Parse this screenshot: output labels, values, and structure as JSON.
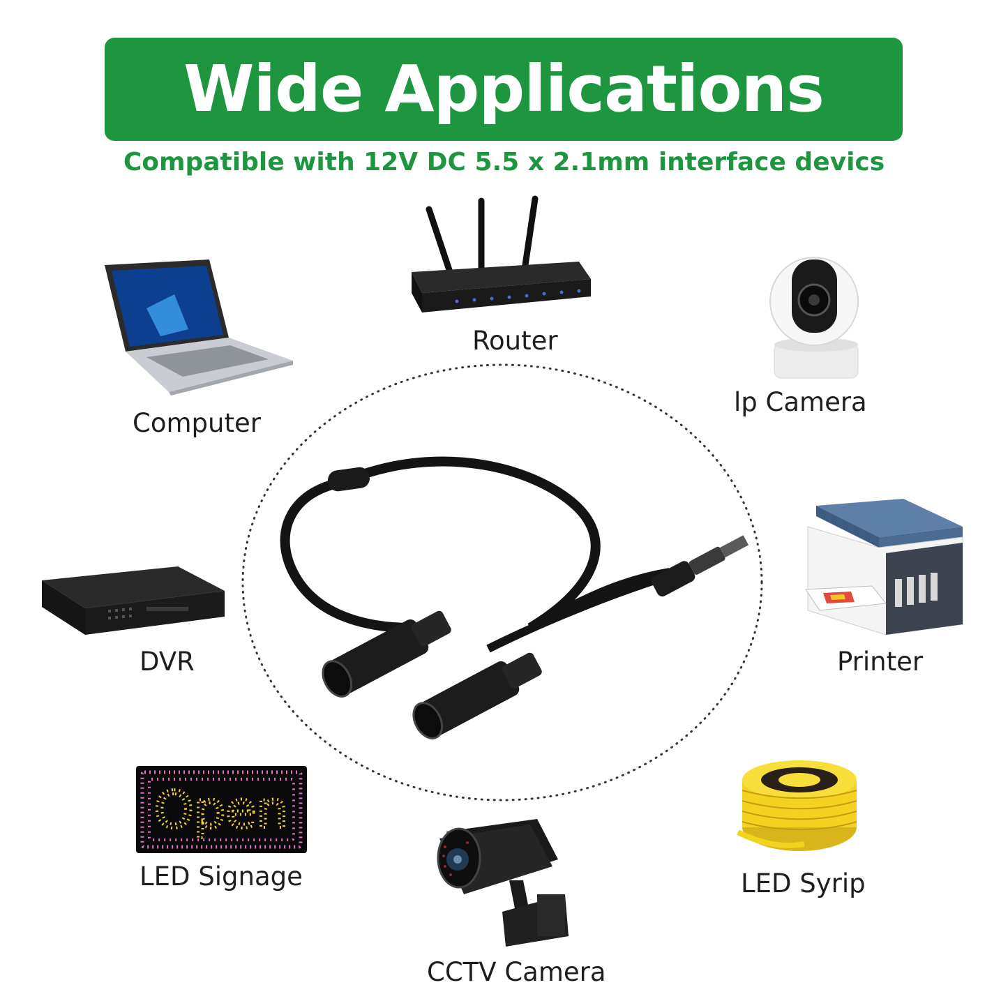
{
  "header": {
    "title": "Wide Applications",
    "subtitle": "Compatible with 12V DC 5.5 x 2.1mm interface devics"
  },
  "colors": {
    "brand_green": "#1e9640",
    "label_text": "#1e1e1e",
    "dotted_circle": "#333333"
  },
  "devices": [
    {
      "id": "router",
      "label": "Router",
      "icon": "router-icon"
    },
    {
      "id": "computer",
      "label": "Computer",
      "icon": "laptop-icon"
    },
    {
      "id": "ip_camera",
      "label": "lp Camera",
      "icon": "dome-camera-icon"
    },
    {
      "id": "dvr",
      "label": "DVR",
      "icon": "dvr-icon"
    },
    {
      "id": "printer",
      "label": "Printer",
      "icon": "printer-icon"
    },
    {
      "id": "led_signage",
      "label": "LED Signage",
      "icon": "led-sign-icon"
    },
    {
      "id": "led_strip",
      "label": "LED Syrip",
      "icon": "led-strip-reel-icon"
    },
    {
      "id": "cctv_camera",
      "label": "CCTV Camera",
      "icon": "bullet-camera-icon"
    }
  ],
  "signage": {
    "text": "Open"
  },
  "center": {
    "icon": "dc-splitter-cable-icon"
  }
}
